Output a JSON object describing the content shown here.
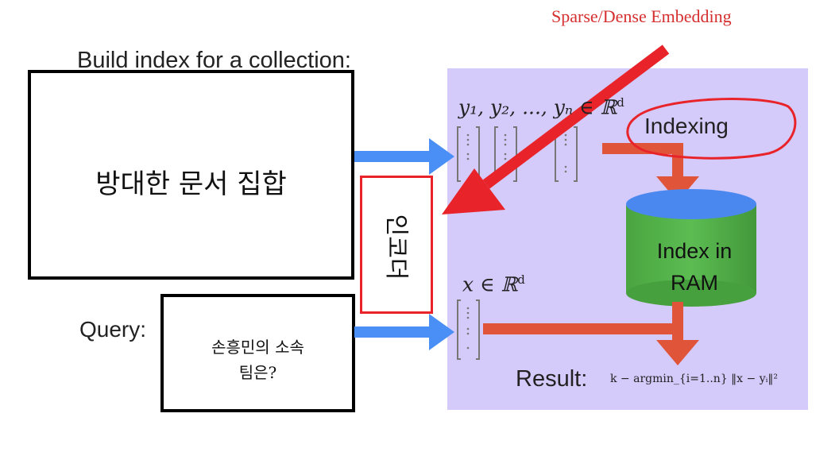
{
  "annotation": {
    "embedding_label": "Sparse/Dense Embedding",
    "encoder_label": "인코더"
  },
  "build_section": {
    "title": "Build index for a collection:",
    "collection_box": "방대한 문서 집합"
  },
  "query_section": {
    "label": "Query:",
    "query_line1": "손흥민의 소속",
    "query_line2": "팀은?"
  },
  "panel": {
    "corpus_vectors": "y₁, y₂, ..., yₙ ∈ ℝ",
    "corpus_sup": "d",
    "query_vector": "x ∈ ℝ",
    "query_sup": "d",
    "indexing_label": "Indexing",
    "index_label": "Index in RAM",
    "result_label": "Result:",
    "result_formula": "k − argmin_{i=1..n} ‖x − yᵢ‖²"
  },
  "colors": {
    "panel_bg": "#d4cbfb",
    "blue_arrow": "#4a8ff5",
    "flow_arrow": "#e0543a",
    "highlight_red": "#e8242a",
    "db_green": "#52b248",
    "db_blue": "#4a88f0"
  }
}
